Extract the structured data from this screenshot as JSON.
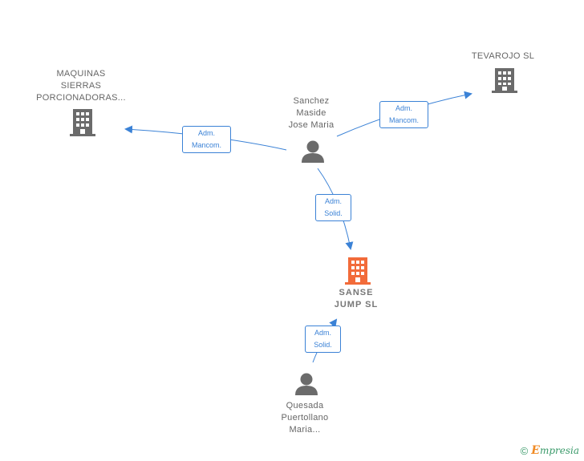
{
  "nodes": {
    "maquinas": {
      "lines": [
        "MAQUINAS",
        "SIERRAS",
        "PORCIONADORAS..."
      ],
      "icon": "building-icon",
      "color": "#666666"
    },
    "tevarojo": {
      "lines": [
        "TEVAROJO  SL"
      ],
      "icon": "building-icon",
      "color": "#666666"
    },
    "sanchez": {
      "lines": [
        "Sanchez",
        "Maside",
        "Jose Maria"
      ],
      "icon": "person-icon",
      "color": "#666666"
    },
    "sanse": {
      "lines": [
        "SANSE",
        "JUMP  SL"
      ],
      "icon": "building-icon",
      "color": "#f26b3a"
    },
    "quesada": {
      "lines": [
        "Quesada",
        "Puertollano",
        "Maria..."
      ],
      "icon": "person-icon",
      "color": "#666666"
    }
  },
  "edges": {
    "sanchez_maquinas": {
      "lines": [
        "Adm.",
        "Mancom."
      ]
    },
    "sanchez_tevarojo": {
      "lines": [
        "Adm.",
        "Mancom."
      ]
    },
    "sanchez_sanse": {
      "lines": [
        "Adm.",
        "Solid."
      ]
    },
    "quesada_sanse": {
      "lines": [
        "Adm.",
        "Solid."
      ]
    }
  },
  "footer": {
    "copyright": "©",
    "brand_initial": "E",
    "brand_rest": "mpresia"
  },
  "colors": {
    "edge": "#3b82d6",
    "highlight": "#f26b3a",
    "icon": "#6b6b6b",
    "brand": "#3a9a6a"
  }
}
